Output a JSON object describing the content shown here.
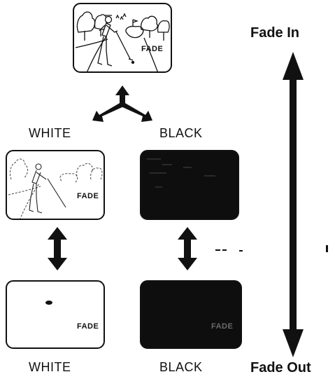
{
  "screens": {
    "top_fade": "FADE",
    "white_mid_fade": "FADE",
    "white_low_fade": "FADE",
    "black_low_fade": "FADE"
  },
  "labels": {
    "top_white": "WHITE",
    "top_black": "BLACK",
    "bottom_white": "WHITE",
    "bottom_black": "BLACK"
  },
  "scale": {
    "fade_in": "Fade In",
    "fade_out": "Fade Out"
  },
  "colors": {
    "ink": "#111111",
    "black_screen": "#0e0e0e",
    "paper": "#ffffff"
  }
}
